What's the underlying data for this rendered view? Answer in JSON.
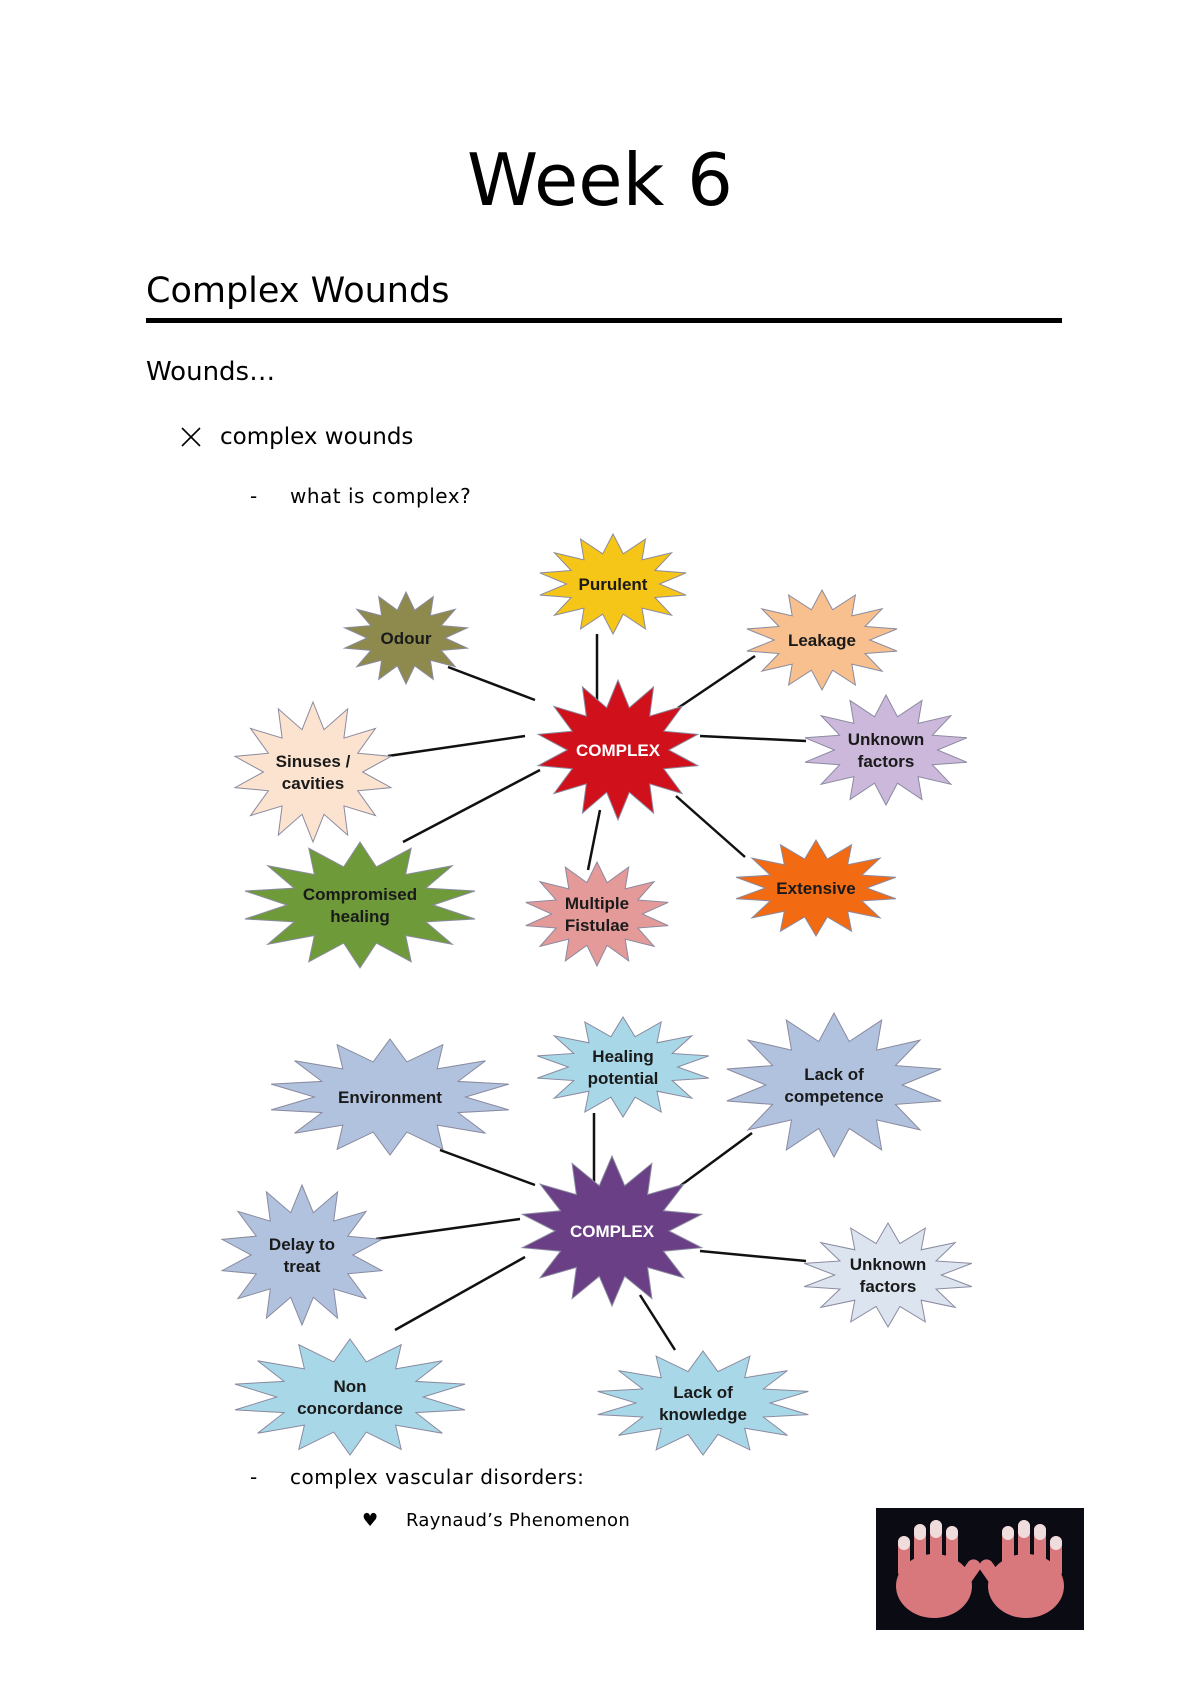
{
  "title": "Week 6",
  "section": "Complex Wounds",
  "subheading": "Wounds…",
  "bullet": {
    "icon": "x-mark-icon",
    "text": "complex wounds"
  },
  "dash_items": [
    "what is complex?",
    "complex vascular disorders:"
  ],
  "sub_bullet": {
    "icon": "heart-icon",
    "text": "Raynaud’s Phenomenon"
  },
  "map1": {
    "center": {
      "label": "COMPLEX",
      "color": "#D0101A"
    },
    "nodes": [
      {
        "lines": [
          "Purulent"
        ],
        "color": "#F5C518"
      },
      {
        "lines": [
          "Odour"
        ],
        "color": "#8E8A4E"
      },
      {
        "lines": [
          "Leakage"
        ],
        "color": "#F7C08E"
      },
      {
        "lines": [
          "Sinuses /",
          "cavities"
        ],
        "color": "#FBE3CF"
      },
      {
        "lines": [
          "Unknown",
          "factors"
        ],
        "color": "#CBB8DB"
      },
      {
        "lines": [
          "Compromised",
          "healing"
        ],
        "color": "#6E9A3A"
      },
      {
        "lines": [
          "Multiple",
          "Fistulae"
        ],
        "color": "#E59A9A"
      },
      {
        "lines": [
          "Extensive"
        ],
        "color": "#F26A12"
      }
    ]
  },
  "map2": {
    "center": {
      "label": "COMPLEX",
      "color": "#6A3F86"
    },
    "nodes": [
      {
        "lines": [
          "Environment"
        ],
        "color": "#B0C2DD"
      },
      {
        "lines": [
          "Healing",
          "potential"
        ],
        "color": "#A8D8E8"
      },
      {
        "lines": [
          "Lack of",
          "competence"
        ],
        "color": "#B0C2DD"
      },
      {
        "lines": [
          "Delay to",
          "treat"
        ],
        "color": "#B0C2DD"
      },
      {
        "lines": [
          "Unknown",
          "factors"
        ],
        "color": "#DCE4F0"
      },
      {
        "lines": [
          "Non",
          "concordance"
        ],
        "color": "#A8D8E8"
      },
      {
        "lines": [
          "Lack of",
          "knowledge"
        ],
        "color": "#A8D8E8"
      }
    ]
  },
  "image": {
    "description_icon": "hands-photo"
  }
}
